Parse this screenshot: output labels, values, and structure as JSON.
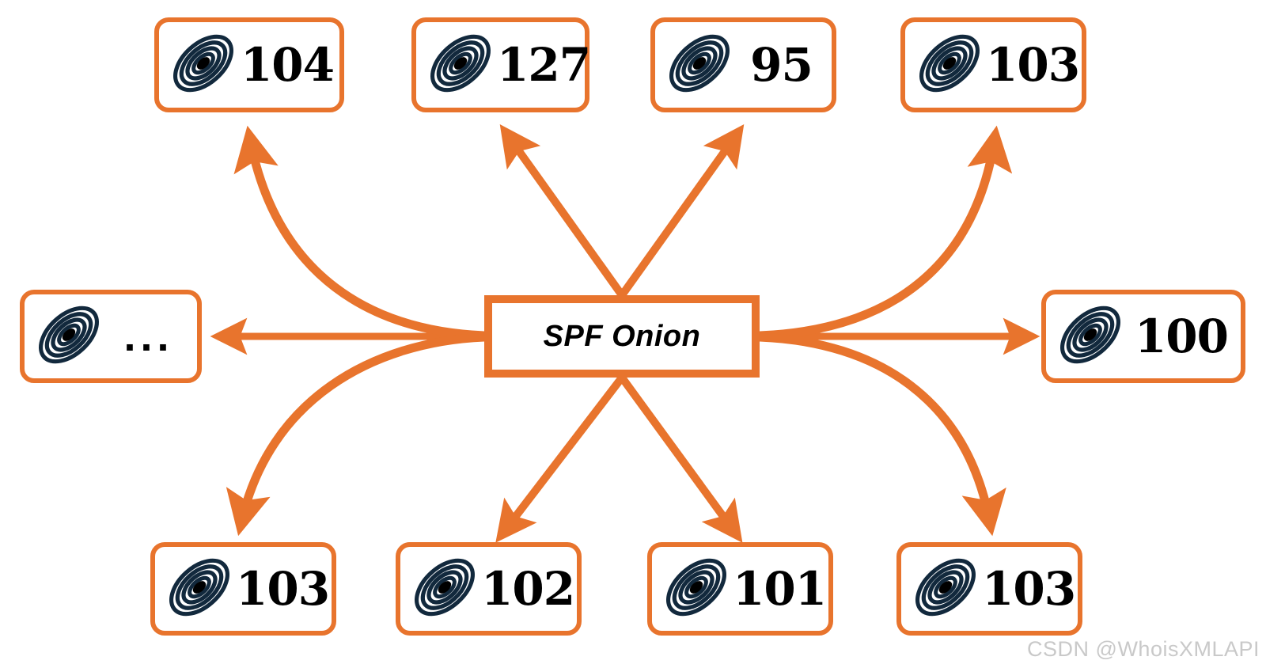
{
  "diagram": {
    "title": "SPF Onion",
    "center": {
      "label": "SPF Onion",
      "name": "spf-onion-center"
    },
    "accent_color": "#E8742D",
    "node_icon_color": "#12293D",
    "text_color": "#000000",
    "background_color": "#FFFFFF",
    "icon_name": "onion-icon",
    "nodes": [
      {
        "id": "n-top-1",
        "value": "104",
        "icon": "onion-icon",
        "position": "top-left"
      },
      {
        "id": "n-top-2",
        "value": "127",
        "icon": "onion-icon",
        "position": "top-center-left"
      },
      {
        "id": "n-top-3",
        "value": "95",
        "icon": "onion-icon",
        "position": "top-center-right"
      },
      {
        "id": "n-top-4",
        "value": "103",
        "icon": "onion-icon",
        "position": "top-right"
      },
      {
        "id": "n-left",
        "value": "...",
        "icon": "onion-icon",
        "position": "middle-left"
      },
      {
        "id": "n-right",
        "value": "100",
        "icon": "onion-icon",
        "position": "middle-right"
      },
      {
        "id": "n-bot-1",
        "value": "103",
        "icon": "onion-icon",
        "position": "bottom-left"
      },
      {
        "id": "n-bot-2",
        "value": "102",
        "icon": "onion-icon",
        "position": "bottom-center-left"
      },
      {
        "id": "n-bot-3",
        "value": "101",
        "icon": "onion-icon",
        "position": "bottom-center-right"
      },
      {
        "id": "n-bot-4",
        "value": "103",
        "icon": "onion-icon",
        "position": "bottom-right"
      }
    ],
    "edges": [
      {
        "from": "spf-onion-center",
        "to": "n-top-1",
        "style": "curved",
        "direction": "outgoing"
      },
      {
        "from": "spf-onion-center",
        "to": "n-top-2",
        "style": "straight",
        "direction": "outgoing"
      },
      {
        "from": "spf-onion-center",
        "to": "n-top-3",
        "style": "straight",
        "direction": "outgoing"
      },
      {
        "from": "spf-onion-center",
        "to": "n-top-4",
        "style": "curved",
        "direction": "outgoing"
      },
      {
        "from": "spf-onion-center",
        "to": "n-left",
        "style": "straight",
        "direction": "outgoing"
      },
      {
        "from": "spf-onion-center",
        "to": "n-right",
        "style": "straight",
        "direction": "outgoing"
      },
      {
        "from": "spf-onion-center",
        "to": "n-bot-1",
        "style": "curved",
        "direction": "outgoing"
      },
      {
        "from": "spf-onion-center",
        "to": "n-bot-2",
        "style": "straight",
        "direction": "outgoing"
      },
      {
        "from": "spf-onion-center",
        "to": "n-bot-3",
        "style": "straight",
        "direction": "outgoing"
      },
      {
        "from": "spf-onion-center",
        "to": "n-bot-4",
        "style": "curved",
        "direction": "outgoing"
      }
    ]
  },
  "watermark": {
    "text": "CSDN @WhoisXMLAPI"
  }
}
